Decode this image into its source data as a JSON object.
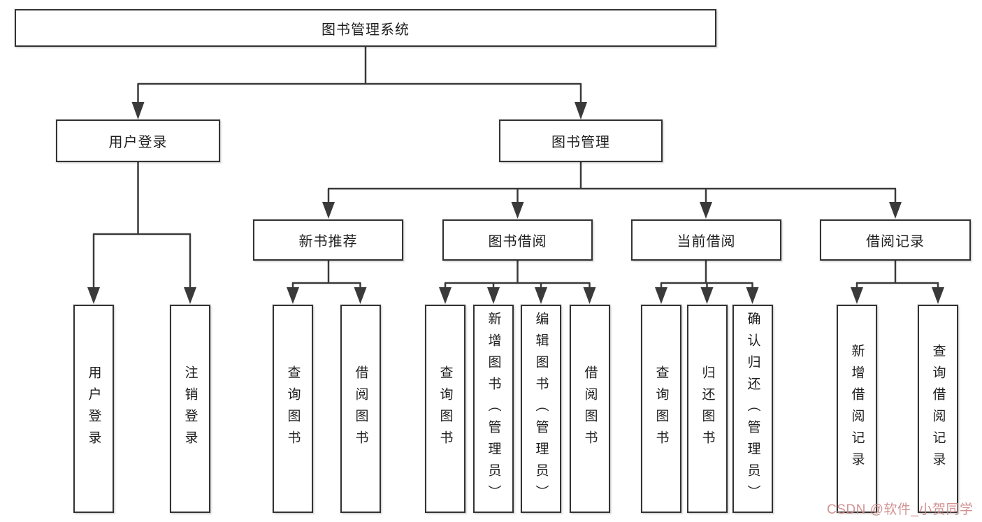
{
  "colors": {
    "line": "#3a3a3a",
    "box_border": "#333333",
    "box_background": "#ffffff",
    "watermark": "#cf8a8a"
  },
  "watermark": {
    "text": "CSDN @软件_小贺同学"
  },
  "tree": {
    "label": "图书管理系统",
    "children": [
      {
        "label": "用户登录",
        "children": [
          {
            "label": "用户登录"
          },
          {
            "label": "注销登录"
          }
        ]
      },
      {
        "label": "图书管理",
        "children": [
          {
            "label": "新书推荐",
            "children": [
              {
                "label": "查询图书"
              },
              {
                "label": "借阅图书"
              }
            ]
          },
          {
            "label": "图书借阅",
            "children": [
              {
                "label": "查询图书"
              },
              {
                "label": "新增图书（管理员）"
              },
              {
                "label": "编辑图书（管理员）"
              },
              {
                "label": "借阅图书"
              }
            ]
          },
          {
            "label": "当前借阅",
            "children": [
              {
                "label": "查询图书"
              },
              {
                "label": "归还图书"
              },
              {
                "label": "确认归还（管理员）"
              }
            ]
          },
          {
            "label": "借阅记录",
            "children": [
              {
                "label": "新增借阅记录"
              },
              {
                "label": "查询借阅记录"
              }
            ]
          }
        ]
      }
    ]
  }
}
